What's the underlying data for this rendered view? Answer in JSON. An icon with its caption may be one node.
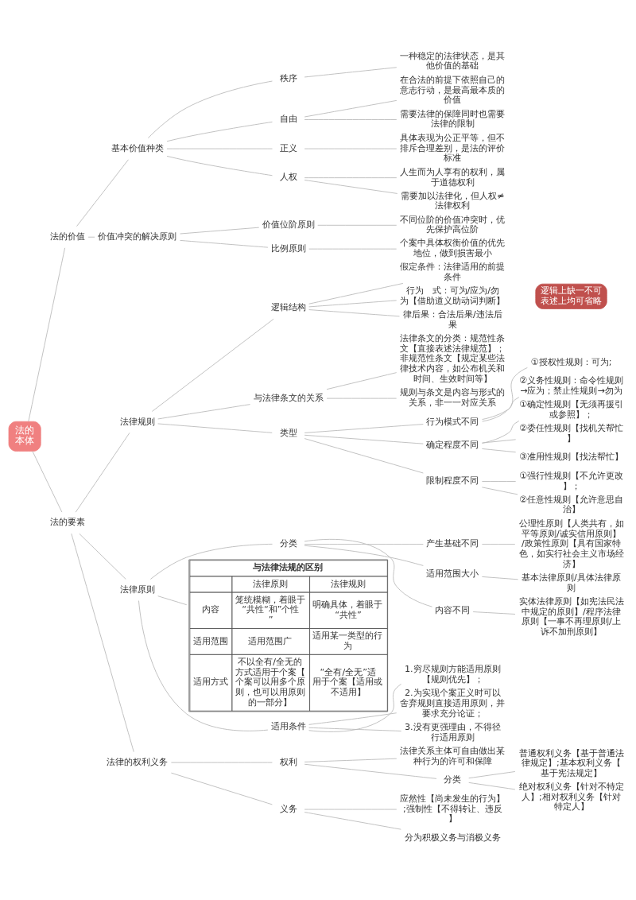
{
  "diagram": {
    "nodes": [
      {
        "text": [
          "法的本体"
        ]
      },
      {
        "text": [
          "法的价值"
        ]
      },
      {
        "text": [
          "基本价值种类"
        ]
      },
      {
        "text": [
          "秩序"
        ]
      },
      {
        "text": [
          "一种稳定的法律状态，是其他价值的基础"
        ]
      },
      {
        "text": [
          "自由"
        ]
      },
      {
        "text": [
          "在合法的前提下依照自己的意志行动，是最高最本质的价值"
        ]
      },
      {
        "text": [
          "需要法律的保障同时也需要法律的限制"
        ]
      },
      {
        "text": [
          "正义"
        ]
      },
      {
        "text": [
          "具体表现为公正平等，但不排斥合理差别，是法的评价标准"
        ]
      },
      {
        "text": [
          "人权"
        ]
      },
      {
        "text": [
          "人生而为人享有的权利，属于道德权利"
        ]
      },
      {
        "text": [
          "需要加以法律化，但人权≠法律权利"
        ]
      },
      {
        "text": [
          "价值冲突的解决原则"
        ]
      },
      {
        "text": [
          "价值位阶原则"
        ]
      },
      {
        "text": [
          "不同位阶的价值冲突时，优先保护高位阶"
        ]
      },
      {
        "text": [
          "比例原则"
        ]
      },
      {
        "text": [
          "个案中具体权衡价值的优先地位，做到损害最小"
        ]
      },
      {
        "text": [
          "法的要素"
        ]
      },
      {
        "text": [
          "法律规则"
        ]
      },
      {
        "text": [
          "逻辑结构"
        ]
      },
      {
        "text": [
          "假定条件：法律适用的前提条件"
        ]
      },
      {
        "text": [
          "行为　式：可为/应为/勿为【借助道义助动词判断】"
        ]
      },
      {
        "text": [
          "律后果：合法后果/违法后果"
        ]
      },
      {
        "text": [
          "逻辑上缺一不可表述上均可省略"
        ]
      },
      {
        "text": [
          "与法律条文的关系"
        ]
      },
      {
        "text": [
          "法律条文的分类：规范性条文【直接表述法律规范】；非规范性条文【规定某些法律技术内容，如公布机关和时间、生效时间等】"
        ]
      },
      {
        "text": [
          "规则与条文是内容与形式的关系，非一一对应关系"
        ]
      },
      {
        "text": [
          "类型"
        ]
      },
      {
        "text": [
          "行为模式不同"
        ]
      },
      {
        "text": [
          "①授权性规则：可为;"
        ]
      },
      {
        "text": [
          "②义务性规则：命令性规则→应为；禁止性规则→勿为"
        ]
      },
      {
        "text": [
          "确定程度不同"
        ]
      },
      {
        "text": [
          "①确定性规则【无须再援引或参照】；"
        ]
      },
      {
        "text": [
          "②委任性规则【找机关帮忙】"
        ]
      },
      {
        "text": [
          "③准用性规则【找法帮忙】"
        ]
      },
      {
        "text": [
          "限制程度不同"
        ]
      },
      {
        "text": [
          "①强行性规则【不允许更改】；"
        ]
      },
      {
        "text": [
          "②任意性规则【允许意思自治】"
        ]
      },
      {
        "text": [
          "法律原则"
        ]
      },
      {
        "text": [
          "分类"
        ]
      },
      {
        "text": [
          "产生基础不同"
        ]
      },
      {
        "text": [
          "公理性原则【人类共有，如平等原则/诚实信用原则】/政策性原则【具有国家特色，如实行社会主义市场经济】"
        ]
      },
      {
        "text": [
          "适用范围大小"
        ]
      },
      {
        "text": [
          "基本法律原则/具体法律原则"
        ]
      },
      {
        "text": [
          "内容不同"
        ]
      },
      {
        "text": [
          "实体法律原则【如宪法民法中规定的原则】/程序法律原则【一事不再理原则/上诉不加刑原则】"
        ]
      },
      {
        "text": [
          "与法律法规的区别",
          "法律原则",
          "法律规则",
          "内容",
          "笼统模糊，着眼于“共性“和”个性”",
          "明确具体，着眼于“共性”",
          "适用范围",
          "适用范围广",
          "适用某一类型的行为",
          "适用方式",
          "不以全有/全无的方式适用于个案【个案可以用多个原则，也可以用原则的一部分】",
          "“全有/全无”适用于个案【适用或不适用】"
        ]
      },
      {
        "text": [
          "适用条件"
        ]
      },
      {
        "text": [
          "1.穷尽规则方能适用原则【规则优先】；"
        ]
      },
      {
        "text": [
          "2.为实现个案正义时可以舍弃规则直接适用原则，并要求充分论证；"
        ]
      },
      {
        "text": [
          "3.没有更强理由，不得径行适用原则"
        ]
      },
      {
        "text": [
          "法律的权利义务"
        ]
      },
      {
        "text": [
          "权利"
        ]
      },
      {
        "text": [
          "法律关系主体可自由做出某种行为的许可和保障"
        ]
      },
      {
        "text": [
          "分类"
        ]
      },
      {
        "text": [
          "普通权利义务【基于普通法律规定】;基本权利义务【基于宪法规定】"
        ]
      },
      {
        "text": [
          "绝对权利义务【针对不特定人】;相对权利义务【针对特定人】"
        ]
      },
      {
        "text": [
          "义务"
        ]
      },
      {
        "text": [
          "应然性【尚未发生的行为】;强制性【不得转让、违反】"
        ]
      },
      {
        "text": [
          "分为积极义务与消极义务"
        ]
      }
    ],
    "edges": [
      {
        "from": 0,
        "to": 1,
        "arrow": "none"
      },
      {
        "from": 0,
        "to": 18,
        "arrow": "none"
      },
      {
        "from": 1,
        "to": 2,
        "arrow": "none"
      },
      {
        "from": 1,
        "to": 13,
        "arrow": "none"
      },
      {
        "from": 2,
        "to": 3,
        "arrow": "none"
      },
      {
        "from": 2,
        "to": 5,
        "arrow": "none"
      },
      {
        "from": 2,
        "to": 8,
        "arrow": "none"
      },
      {
        "from": 2,
        "to": 10,
        "arrow": "none"
      },
      {
        "from": 3,
        "to": 4,
        "arrow": "none"
      },
      {
        "from": 5,
        "to": 6,
        "arrow": "none"
      },
      {
        "from": 5,
        "to": 7,
        "arrow": "none"
      },
      {
        "from": 8,
        "to": 9,
        "arrow": "none"
      },
      {
        "from": 10,
        "to": 11,
        "arrow": "none"
      },
      {
        "from": 10,
        "to": 12,
        "arrow": "none"
      },
      {
        "from": 13,
        "to": 14,
        "arrow": "none"
      },
      {
        "from": 13,
        "to": 16,
        "arrow": "none"
      },
      {
        "from": 14,
        "to": 15,
        "arrow": "none"
      },
      {
        "from": 16,
        "to": 17,
        "arrow": "none"
      },
      {
        "from": 18,
        "to": 19,
        "arrow": "none"
      },
      {
        "from": 18,
        "to": 39,
        "arrow": "none"
      },
      {
        "from": 18,
        "to": 52,
        "arrow": "none"
      },
      {
        "from": 19,
        "to": 20,
        "arrow": "none"
      },
      {
        "from": 19,
        "to": 25,
        "arrow": "none"
      },
      {
        "from": 19,
        "to": 28,
        "arrow": "none"
      },
      {
        "from": 20,
        "to": 21,
        "arrow": "none"
      },
      {
        "from": 20,
        "to": 22,
        "arrow": "none"
      },
      {
        "from": 20,
        "to": 23,
        "arrow": "none"
      },
      {
        "from": 25,
        "to": 26,
        "arrow": "none"
      },
      {
        "from": 25,
        "to": 27,
        "arrow": "none"
      },
      {
        "from": 28,
        "to": 29,
        "arrow": "none"
      },
      {
        "from": 28,
        "to": 32,
        "arrow": "none"
      },
      {
        "from": 28,
        "to": 36,
        "arrow": "none"
      },
      {
        "from": 29,
        "to": 30,
        "arrow": "none"
      },
      {
        "from": 29,
        "to": 31,
        "arrow": "none"
      },
      {
        "from": 32,
        "to": 33,
        "arrow": "none"
      },
      {
        "from": 32,
        "to": 34,
        "arrow": "none"
      },
      {
        "from": 32,
        "to": 35,
        "arrow": "none"
      },
      {
        "from": 36,
        "to": 37,
        "arrow": "none"
      },
      {
        "from": 36,
        "to": 38,
        "arrow": "none"
      },
      {
        "from": 39,
        "to": 40,
        "arrow": "none"
      },
      {
        "from": 39,
        "to": 47,
        "arrow": "none"
      },
      {
        "from": 39,
        "to": 48,
        "arrow": "none"
      },
      {
        "from": 40,
        "to": 41,
        "arrow": "none"
      },
      {
        "from": 40,
        "to": 43,
        "arrow": "none"
      },
      {
        "from": 40,
        "to": 45,
        "arrow": "none"
      },
      {
        "from": 41,
        "to": 42,
        "arrow": "none"
      },
      {
        "from": 43,
        "to": 44,
        "arrow": "none"
      },
      {
        "from": 45,
        "to": 46,
        "arrow": "none"
      },
      {
        "from": 48,
        "to": 49,
        "arrow": "none"
      },
      {
        "from": 48,
        "to": 50,
        "arrow": "none"
      },
      {
        "from": 48,
        "to": 51,
        "arrow": "none"
      },
      {
        "from": 52,
        "to": 53,
        "arrow": "none"
      },
      {
        "from": 52,
        "to": 58,
        "arrow": "none"
      },
      {
        "from": 53,
        "to": 54,
        "arrow": "none"
      },
      {
        "from": 53,
        "to": 55,
        "arrow": "none"
      },
      {
        "from": 55,
        "to": 56,
        "arrow": "none"
      },
      {
        "from": 55,
        "to": 57,
        "arrow": "none"
      },
      {
        "from": 58,
        "to": 59,
        "arrow": "none"
      },
      {
        "from": 58,
        "to": 60,
        "arrow": "none"
      }
    ]
  }
}
